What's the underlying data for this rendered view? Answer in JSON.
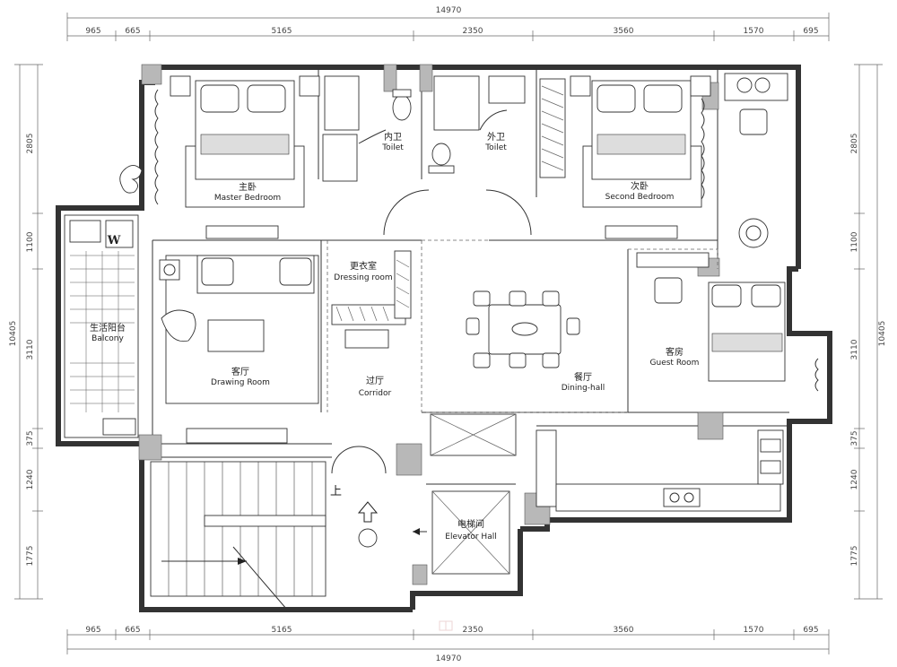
{
  "drawing": {
    "total_width_label": "14970",
    "top_dims": [
      "965",
      "665",
      "5165",
      "2350",
      "3560",
      "1570",
      "695"
    ],
    "bottom_dims": [
      "965",
      "665",
      "5165",
      "2350",
      "3560",
      "1570",
      "695"
    ],
    "left_dims": [
      "2805",
      "1100",
      "10405",
      "3110",
      "375",
      "1240",
      "1775"
    ],
    "right_dims": [
      "2805",
      "1100",
      "10405",
      "3110",
      "375",
      "1240",
      "1775"
    ]
  },
  "rooms": {
    "master_bedroom": {
      "cn": "主卧",
      "en": "Master Bedroom"
    },
    "inner_toilet": {
      "cn": "内卫",
      "en": "Toilet"
    },
    "outer_toilet": {
      "cn": "外卫",
      "en": "Toilet"
    },
    "second_bedroom": {
      "cn": "次卧",
      "en": "Second Bedroom"
    },
    "dressing_room": {
      "cn": "更衣室",
      "en": "Dressing room"
    },
    "balcony": {
      "cn": "生活阳台",
      "en": "Balcony"
    },
    "drawing_room": {
      "cn": "客厅",
      "en": "Drawing Room"
    },
    "corridor": {
      "cn": "过厅",
      "en": "Corridor"
    },
    "dining_hall": {
      "cn": "餐厅",
      "en": "Dining-hall"
    },
    "guest_room": {
      "cn": "客房",
      "en": "Guest Room"
    },
    "elevator_hall": {
      "cn": "电梯间",
      "en": "Elevator Hall"
    }
  },
  "markers": {
    "stair_up": "上",
    "washer": "W"
  }
}
